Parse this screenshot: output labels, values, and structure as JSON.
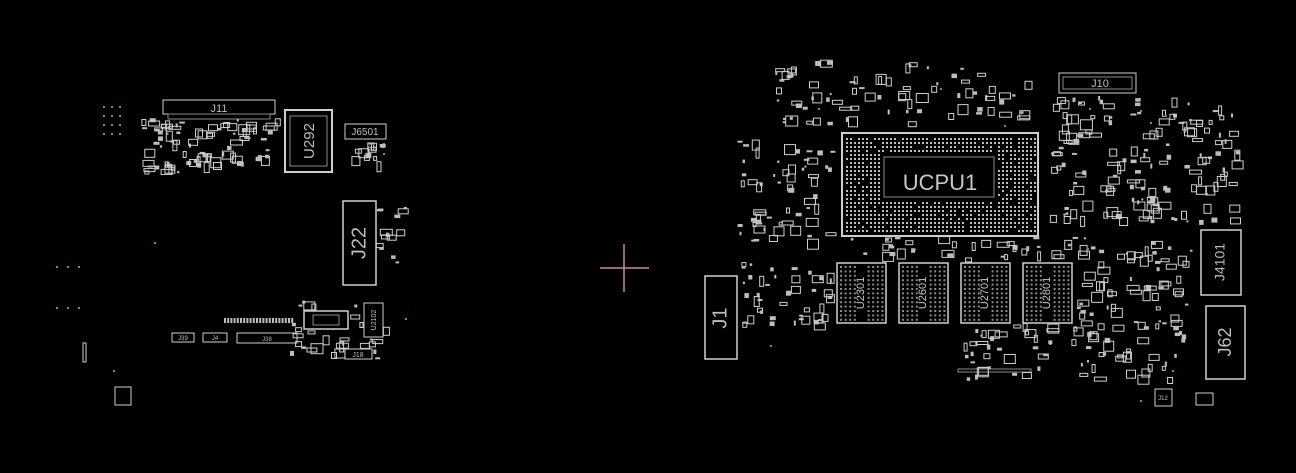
{
  "colors": {
    "background": "#000000",
    "outline": "#cfcfcf",
    "outline_dim": "#8a8a8a",
    "pad": "#bdbdbd",
    "via": "#2fa6b8",
    "crosshair": "#c98a96",
    "label": "#bdbdbd"
  },
  "labels": {
    "ucpu1": "UCPU1",
    "j1": "J1",
    "j22": "J22",
    "j11": "J11",
    "j10": "J10",
    "u2292": "U292",
    "j6501": "J6501",
    "j4101": "J4101",
    "j62": "J62",
    "u2301": "U2301",
    "u2601": "U2601",
    "u2701": "U2701",
    "u2801": "U2801",
    "u2102": "U2102",
    "j18": "J18",
    "j38": "J38",
    "j4": "J4",
    "j39": "J39",
    "j12": "J12"
  }
}
